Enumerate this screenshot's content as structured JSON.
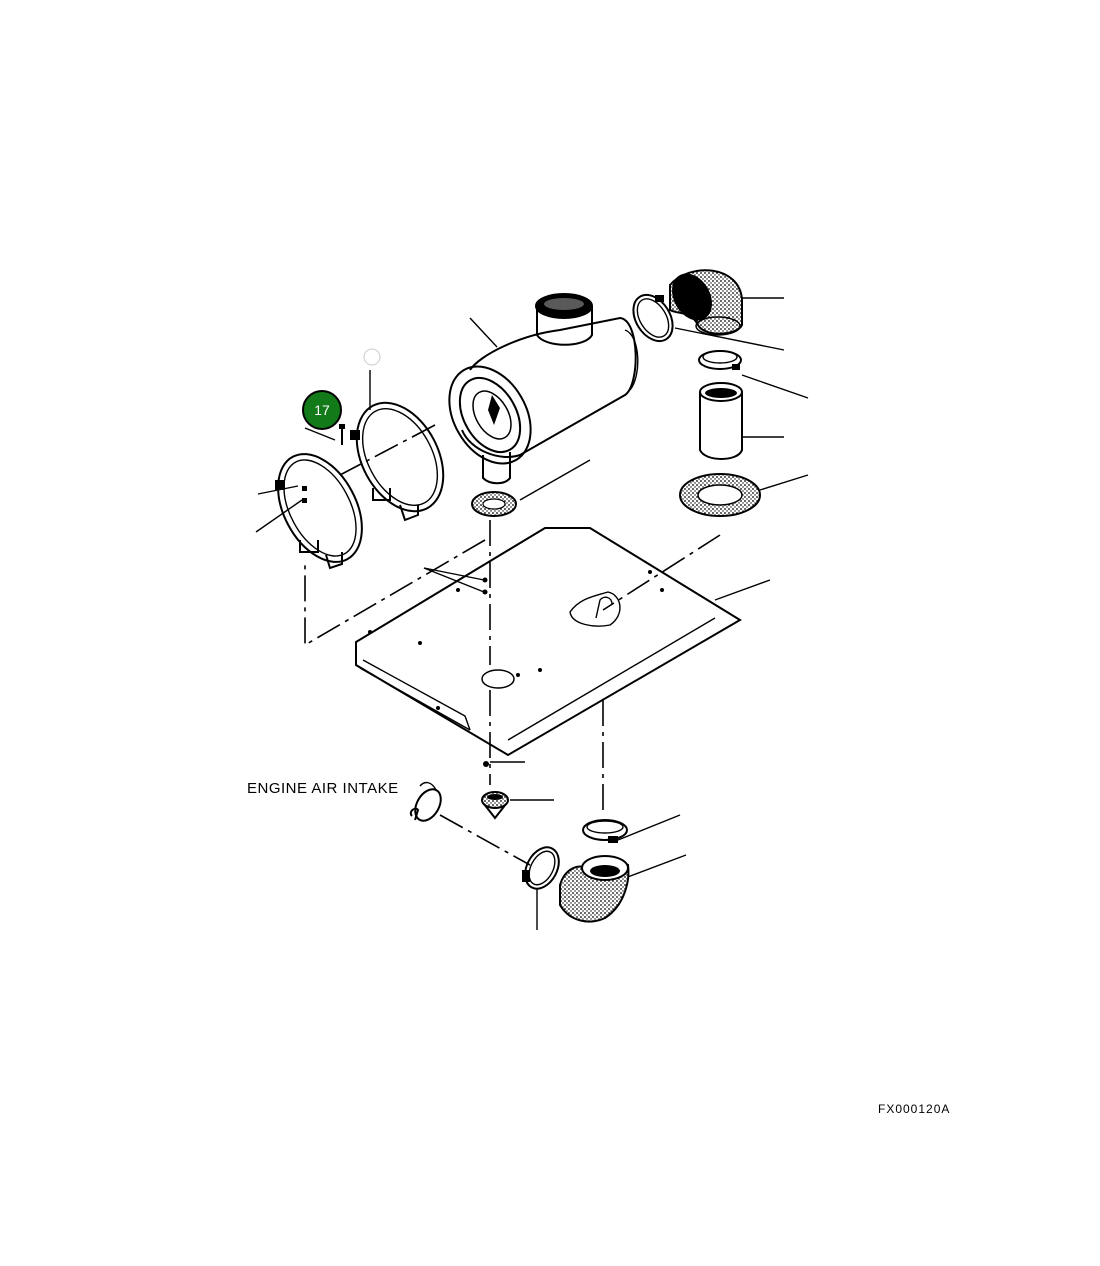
{
  "callouts": [
    {
      "label": "17",
      "fill": "#137a1a",
      "stroke": "#000000"
    }
  ],
  "labels": {
    "engine_air_intake": "ENGINE AIR INTAKE",
    "figure_id": "FX000120A"
  },
  "colors": {
    "line": "#000000",
    "background": "#ffffff",
    "callout_fill": "#137a1a"
  }
}
